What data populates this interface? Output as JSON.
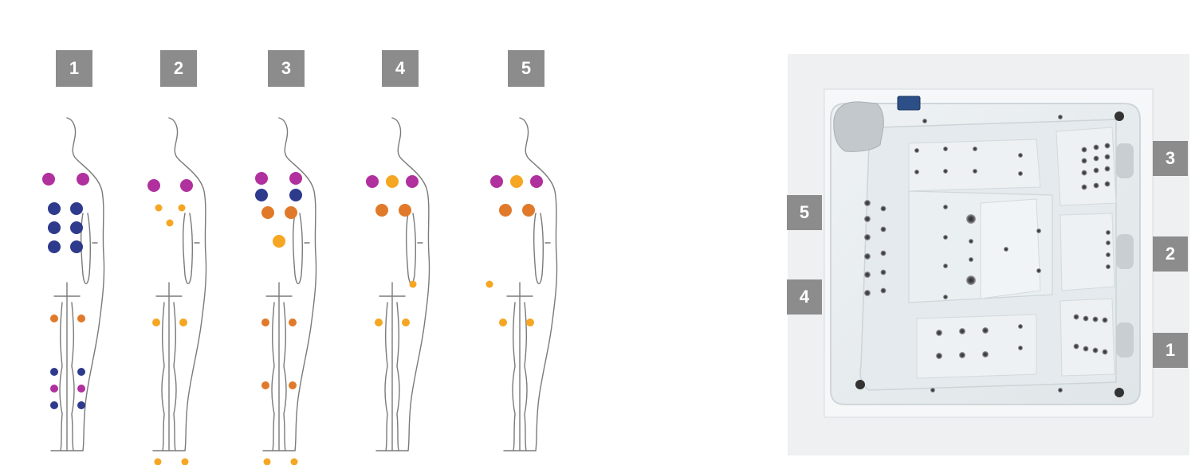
{
  "seat_positions": [
    {
      "label": "1"
    },
    {
      "label": "2"
    },
    {
      "label": "3"
    },
    {
      "label": "4"
    },
    {
      "label": "5"
    }
  ],
  "spa_position_labels": [
    {
      "label": "3"
    },
    {
      "label": "2"
    },
    {
      "label": "1"
    },
    {
      "label": "5"
    },
    {
      "label": "4"
    }
  ],
  "legend": [
    {
      "color": "#2e3a8c",
      "icon": "jet-straight-icon"
    },
    {
      "color": "#b0309e",
      "icon": "jet-rotating-icon"
    },
    {
      "color": "#f5a623",
      "icon": "jet-small-straight-icon"
    },
    {
      "color": "#e07a2a",
      "icon": "jet-pulsating-icon"
    }
  ],
  "colors": {
    "navy": "#2e3a8c",
    "magenta": "#b0309e",
    "yellow_orange": "#f5a623",
    "orange": "#e07a2a",
    "badge_gray": "#8c8c8c",
    "jet_arrow": "#5bb3dc"
  }
}
